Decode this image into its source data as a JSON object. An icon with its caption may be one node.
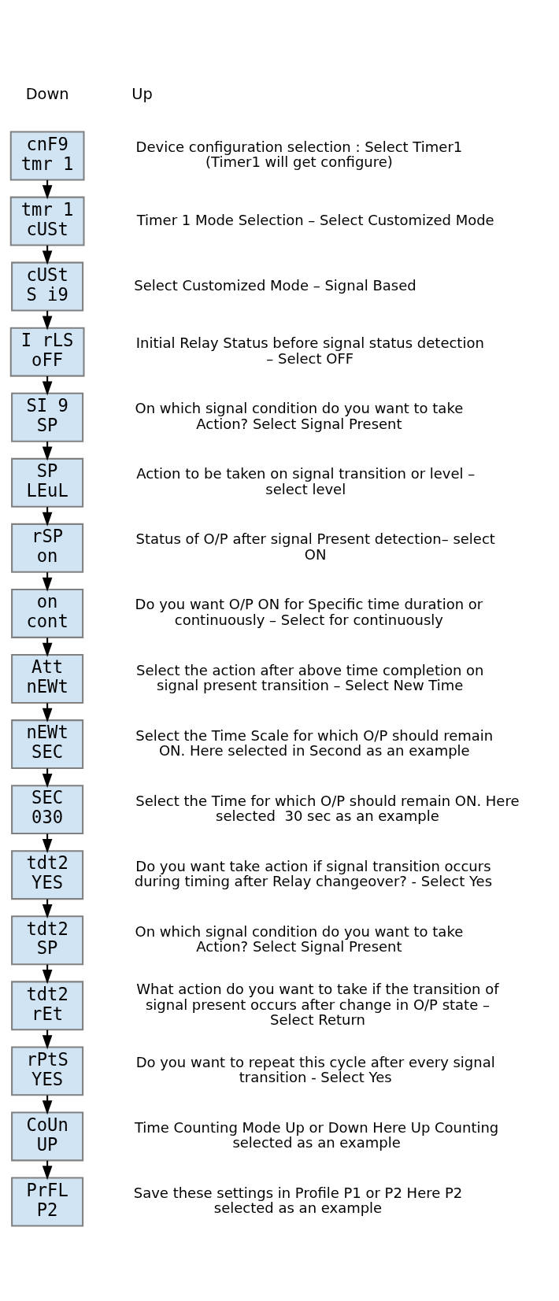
{
  "diagram": {
    "nodes": [
      {
        "text": [
          "cnF9",
          "tmr 1"
        ],
        "beside": [
          "Device configuration selection : Select Timer1 (Timer1 will get configure)"
        ]
      },
      {
        "text": [
          "tmr 1",
          "cUSt"
        ],
        "beside": [
          "Timer 1 Mode Selection – Select Customized Mode"
        ]
      },
      {
        "text": [
          "cUSt",
          "S i9"
        ],
        "beside": [
          "Select Customized Mode – Signal Based"
        ]
      },
      {
        "text": [
          "I rLS",
          "oFF"
        ],
        "beside": [
          "Initial Relay Status before signal status detection – Select OFF"
        ]
      },
      {
        "text": [
          "SI 9",
          "SP"
        ],
        "beside": [
          "On which signal condition do you want to take Action? Select Signal Present"
        ]
      },
      {
        "text": [
          "SP",
          "LEuL"
        ],
        "beside": [
          "Action to be taken on signal transition or level – select level"
        ]
      },
      {
        "text": [
          "rSP",
          "on"
        ],
        "beside": [
          "Status of O/P after signal Present detection– select ON"
        ]
      },
      {
        "text": [
          "on",
          "cont"
        ],
        "beside": [
          "Do you want O/P ON for Specific time duration or continuously – Select for continuously"
        ]
      },
      {
        "text": [
          "Att",
          "nEWt"
        ],
        "beside": [
          "Select the action after above time completion on signal present transition – Select New Time"
        ]
      },
      {
        "text": [
          "nEWt",
          "SEC"
        ],
        "beside": [
          "Select the Time Scale for which O/P should remain ON. Here selected in Second as an example"
        ]
      },
      {
        "text": [
          "SEC",
          "030"
        ],
        "beside": [
          "Select the Time for which O/P should remain ON. Here selected  30 sec as an example"
        ]
      },
      {
        "text": [
          "tdt2",
          "YES"
        ],
        "beside": [
          "Do you want take action if signal transition occurs during timing after Relay changeover? - Select Yes"
        ]
      },
      {
        "text": [
          "tdt2",
          "SP"
        ],
        "beside": [
          "On which signal condition do you want to take Action? Select Signal Present"
        ]
      },
      {
        "text": [
          "tdt2",
          "rEt"
        ],
        "beside": [
          "What action do you want to take if the transition of signal present occurs after change in O/P state – Select Return"
        ]
      },
      {
        "text": [
          "rPtS",
          "YES"
        ],
        "beside": [
          "Do you want to repeat this cycle after every signal transition - Select Yes"
        ]
      },
      {
        "text": [
          "CoUn",
          "UP"
        ],
        "beside": [
          "Time Counting Mode Up or Down Here Up Counting selected as an example"
        ]
      },
      {
        "text": [
          "PrFL",
          "P2"
        ],
        "beside": [
          "Save these settings in Profile P1 or P2 Here P2 selected as an example"
        ]
      }
    ],
    "edges": [
      {
        "from": 0,
        "to": 1,
        "arrow": "to"
      },
      {
        "from": 1,
        "to": 2,
        "arrow": "to"
      },
      {
        "from": 2,
        "to": 3,
        "arrow": "to"
      },
      {
        "from": 3,
        "to": 4,
        "arrow": "to"
      },
      {
        "from": 4,
        "to": 5,
        "arrow": "to"
      },
      {
        "from": 5,
        "to": 6,
        "arrow": "to"
      },
      {
        "from": 6,
        "to": 7,
        "arrow": "to"
      },
      {
        "from": 7,
        "to": 8,
        "arrow": "to"
      },
      {
        "from": 8,
        "to": 9,
        "arrow": "to"
      },
      {
        "from": 9,
        "to": 10,
        "arrow": "to"
      },
      {
        "from": 10,
        "to": 11,
        "arrow": "to"
      },
      {
        "from": 11,
        "to": 12,
        "arrow": "to"
      },
      {
        "from": 12,
        "to": 13,
        "arrow": "to"
      },
      {
        "from": 13,
        "to": 14,
        "arrow": "to"
      },
      {
        "from": 14,
        "to": 15,
        "arrow": "to"
      },
      {
        "from": 15,
        "to": 16,
        "arrow": "to"
      }
    ],
    "labels": [
      "Down",
      "Up"
    ]
  }
}
